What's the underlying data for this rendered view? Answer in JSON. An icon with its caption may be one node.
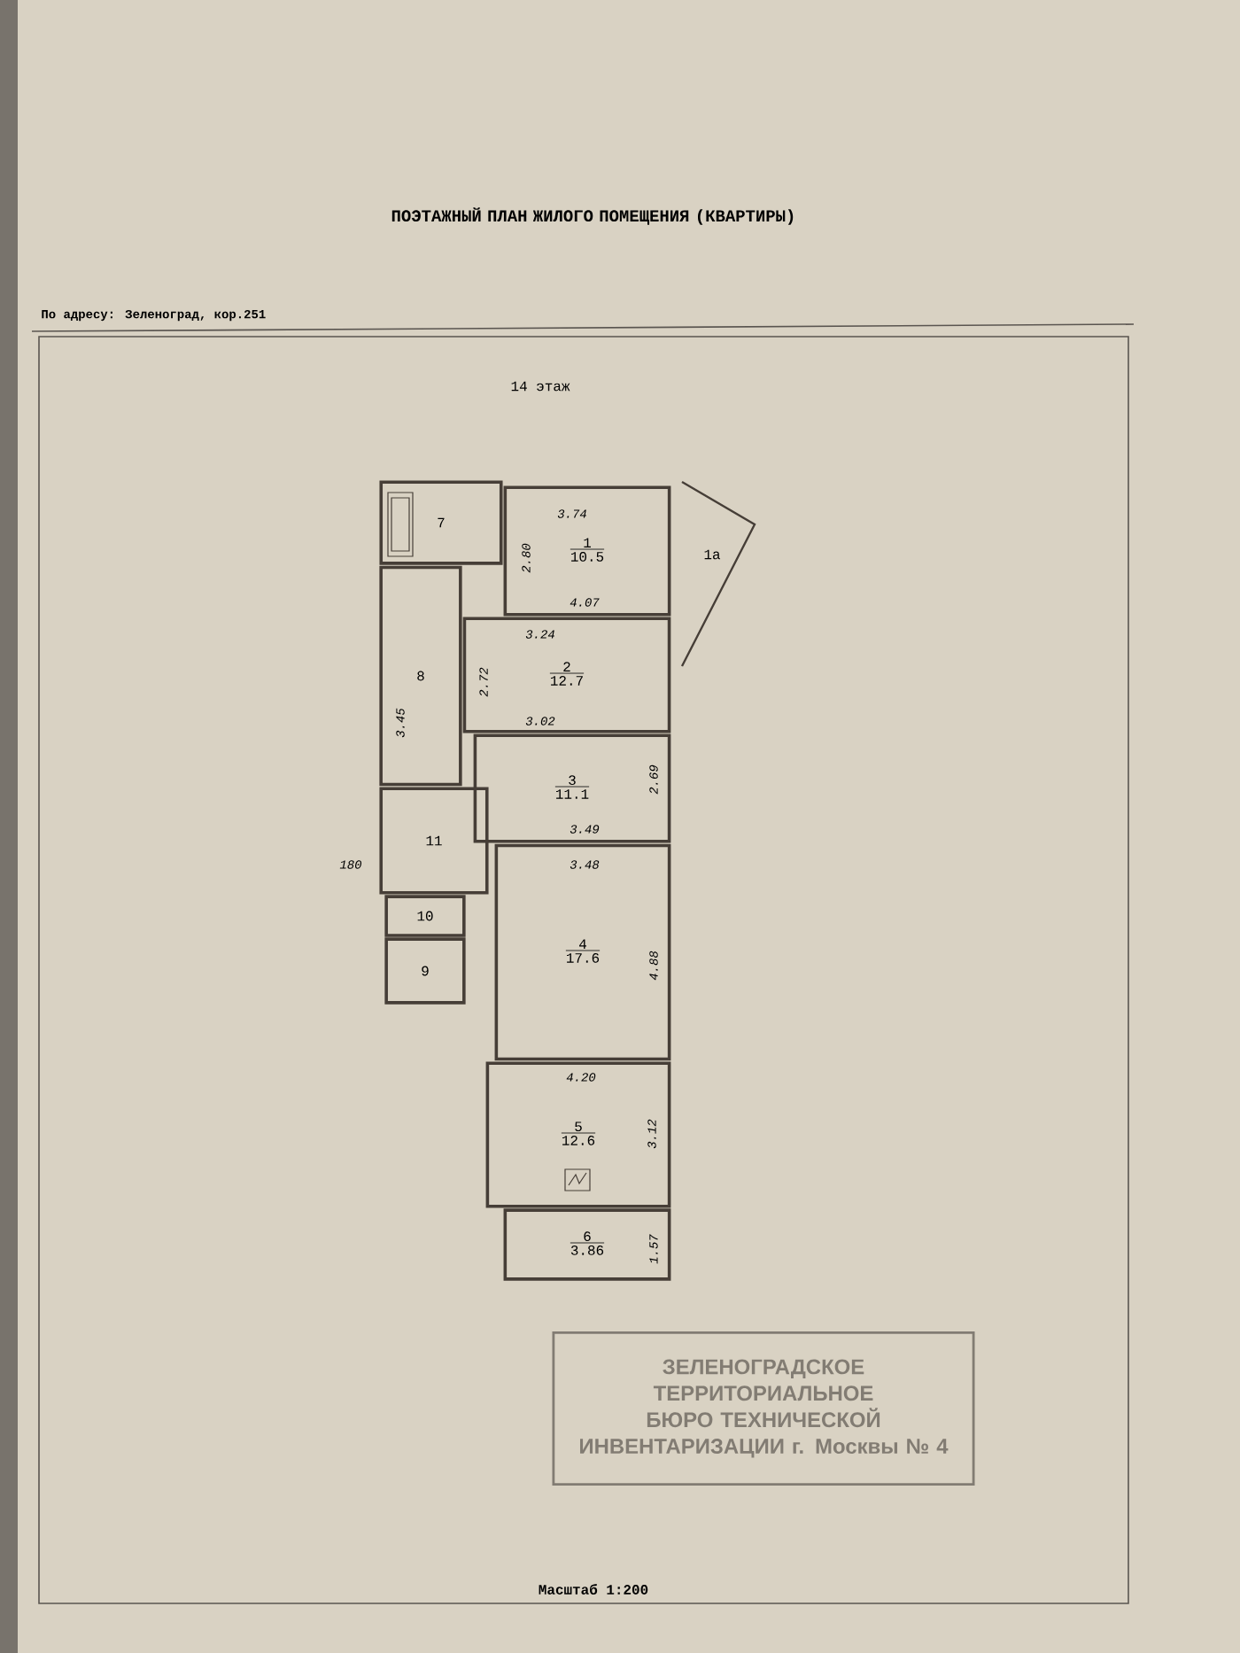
{
  "diagram": {
    "title": "ПОЭТАЖНЫЙ ПЛАН ЖИЛОГО ПОМЕЩЕНИЯ (КВАРТИРЫ)",
    "nodes": [
      {
        "text": [
          "7"
        ]
      },
      {
        "text": [
          "1",
          "10.5"
        ]
      },
      {
        "text": [
          "1а"
        ]
      },
      {
        "text": [
          "8"
        ]
      },
      {
        "text": [
          "2",
          "12.7"
        ]
      },
      {
        "text": [
          "3",
          "11.1"
        ]
      },
      {
        "text": [
          "11"
        ]
      },
      {
        "text": [
          "4",
          "17.6"
        ]
      },
      {
        "text": [
          "10"
        ]
      },
      {
        "text": [
          "9"
        ]
      },
      {
        "text": [
          "5",
          "12.6"
        ]
      },
      {
        "text": [
          "6",
          "3.86"
        ]
      },
      {
        "text": [
          "ЗЕЛЕНОГРАДСКОЕ ТЕРРИТОРИАЛЬНОЕ БЮРО ТЕХНИЧЕСКОЙ ИНВЕНТАРИЗАЦИИ г. Москвы № 4"
        ]
      }
    ],
    "labels": [
      "По адресу: Зеленоград, кор.251",
      "14 этаж",
      "3.74",
      "2.80",
      "4.07",
      "3.24",
      "2.72",
      "3.45",
      "3.02",
      "2.69",
      "3.49",
      "3.48",
      "180",
      "4.88",
      "4.20",
      "3.12",
      "1.57",
      "Масштаб 1:200"
    ]
  }
}
